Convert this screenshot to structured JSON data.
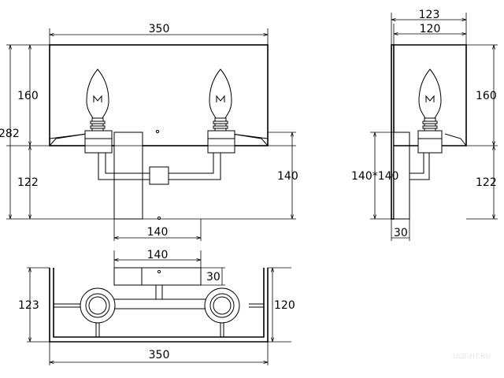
{
  "front": {
    "width": "350",
    "top_height": "160",
    "total_height": "282",
    "bottom_height": "122",
    "backplate_height": "140",
    "backplate_width": "140"
  },
  "side": {
    "outer_width": "123",
    "inner_width": "120",
    "top_height": "160",
    "bottom_height": "122",
    "backplate_size": "140*140",
    "depth": "30"
  },
  "top": {
    "backplate_width": "140",
    "backplate_depth": "30",
    "outer_depth": "123",
    "inner_depth": "120",
    "width": "350"
  },
  "watermark": "ULIGHT.RU"
}
